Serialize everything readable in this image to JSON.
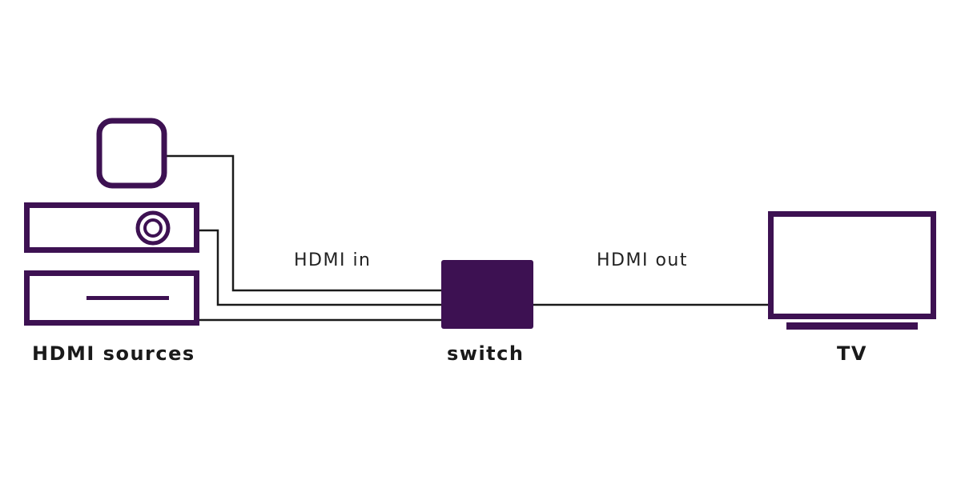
{
  "labels": {
    "sources": "HDMI sources",
    "switch": "switch",
    "tv": "TV",
    "hdmi_in": "HDMI in",
    "hdmi_out": "HDMI out"
  },
  "colors": {
    "device": "#3d1152",
    "cable": "#1a1a1a",
    "text": "#1a1a1a"
  },
  "icons": {
    "streaming_box": "streaming-box-icon",
    "speaker_unit": "speaker-unit-icon",
    "player_unit": "player-unit-icon",
    "switch_box": "switch-box-icon",
    "tv": "tv-icon"
  }
}
